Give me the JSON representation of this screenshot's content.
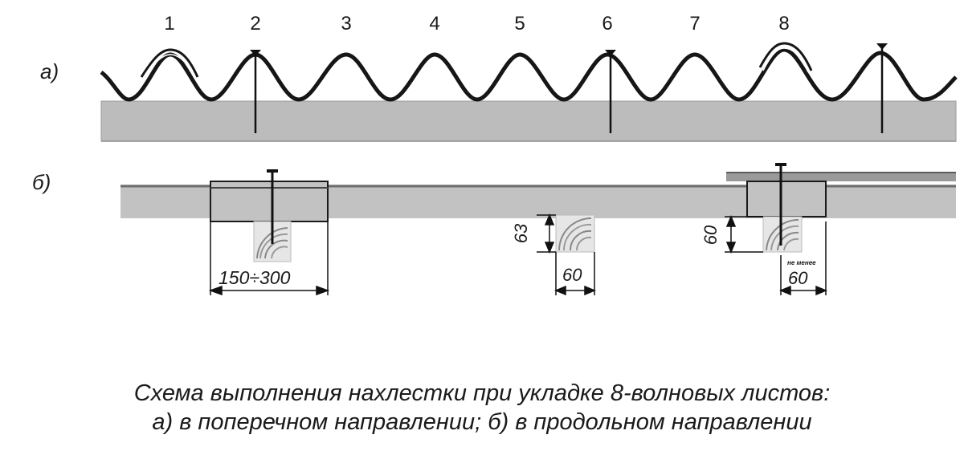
{
  "figure": {
    "wave_numbers": [
      "1",
      "2",
      "3",
      "4",
      "5",
      "6",
      "7",
      "8"
    ],
    "part_a_label": "а)",
    "part_b_label": "б)",
    "dimensions": {
      "overlap": "150÷300",
      "batten_height_1": "63",
      "batten_width_1": "60",
      "batten_height_2": "60",
      "batten_width_2": "60",
      "min_note": "не менее"
    },
    "caption_line1": "Схема выполнения нахлестки при укладке 8-волновых листов:",
    "caption_line2": "а) в поперечном направлении; б) в продольном направлении"
  },
  "colors": {
    "sheet_gray": "#b8b8b8",
    "sheet_dark": "#7d7d7d",
    "line": "#111111"
  }
}
